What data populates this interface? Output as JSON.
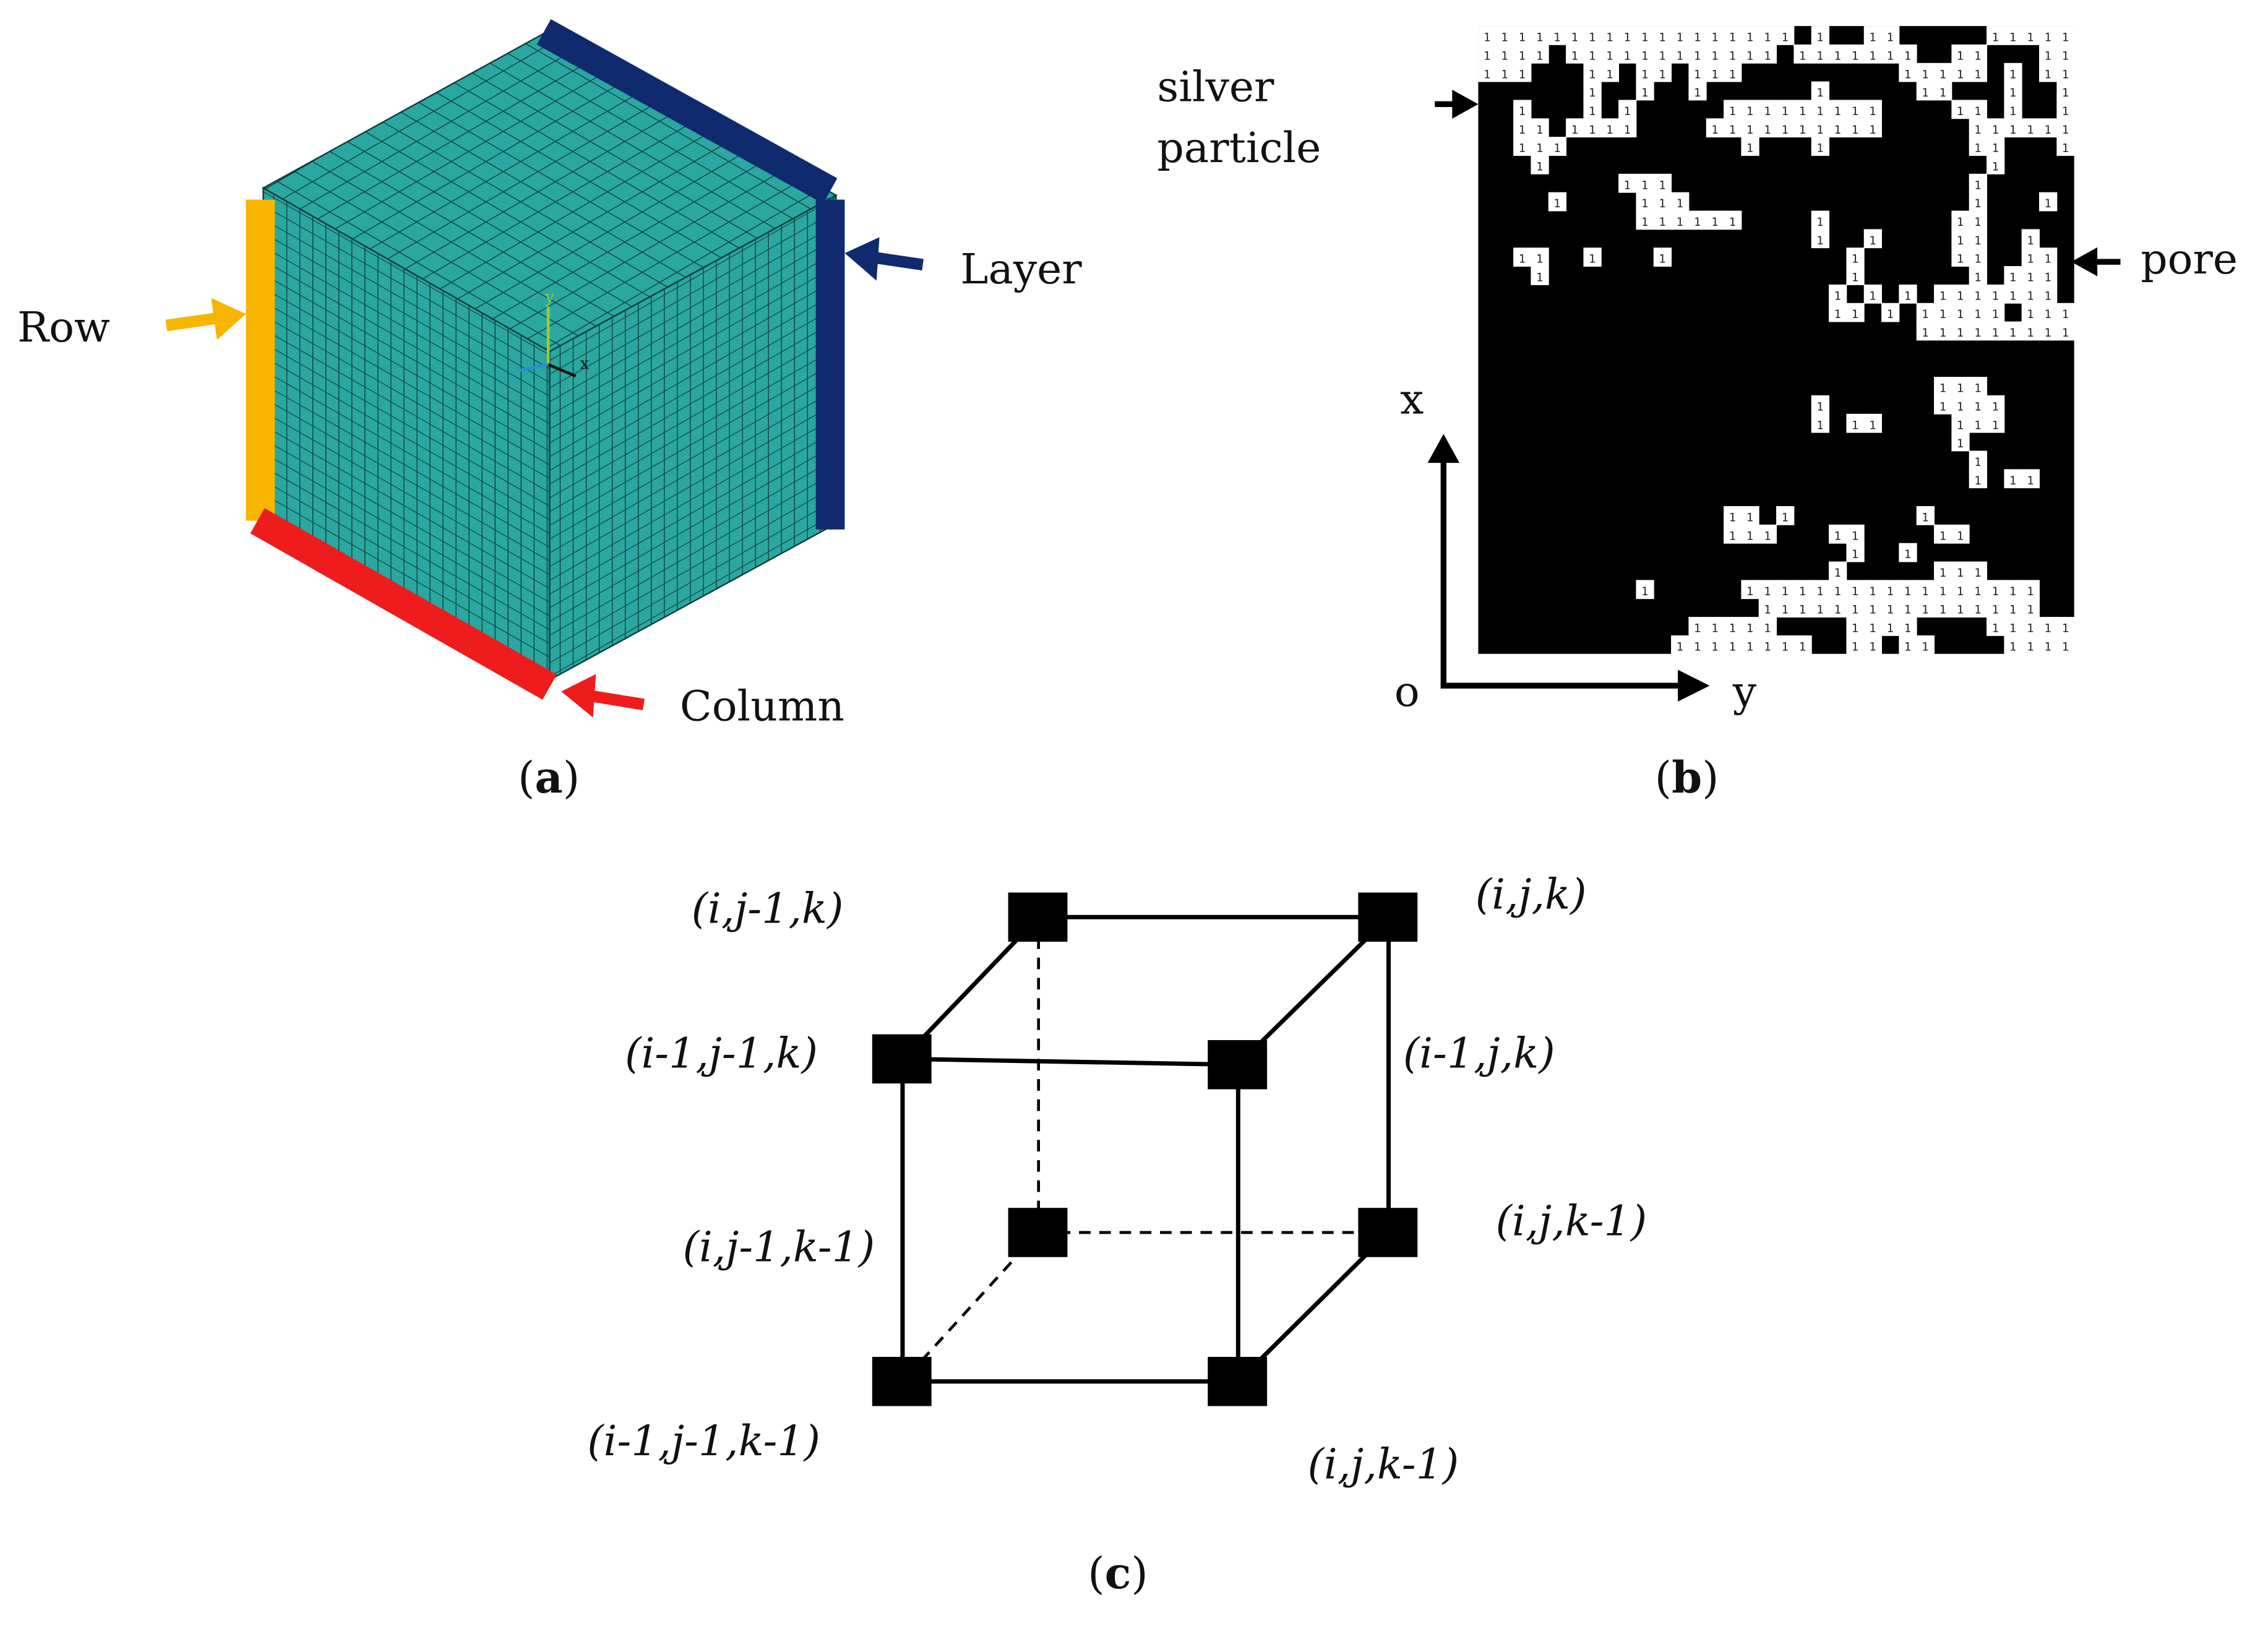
{
  "panel_a": {
    "labels": {
      "row": "Row",
      "layer": "Layer",
      "column": "Column"
    },
    "axis_labels": {
      "y": "y",
      "x": "x"
    },
    "colors": {
      "mesh_fill": "#2aa7a0",
      "mesh_line": "#0c3a3a",
      "row_bar": "#f7b500",
      "layer_bar": "#0f2a6e",
      "column_bar": "#ee1c1c"
    },
    "caption": "a"
  },
  "panel_b": {
    "labels": {
      "silver_particle_line1": "silver",
      "silver_particle_line2": "particle",
      "pore": "pore"
    },
    "axes": {
      "x": "x",
      "y": "y",
      "origin": "o"
    },
    "pore_cell_text": "1",
    "grid_size": 34,
    "pore_cells": [
      [
        0,
        0
      ],
      [
        0,
        1
      ],
      [
        0,
        2
      ],
      [
        0,
        3
      ],
      [
        0,
        4
      ],
      [
        0,
        5
      ],
      [
        0,
        6
      ],
      [
        0,
        7
      ],
      [
        0,
        8
      ],
      [
        0,
        9
      ],
      [
        0,
        10
      ],
      [
        0,
        11
      ],
      [
        0,
        12
      ],
      [
        0,
        13
      ],
      [
        0,
        14
      ],
      [
        0,
        15
      ],
      [
        0,
        16
      ],
      [
        0,
        17
      ],
      [
        0,
        19
      ],
      [
        0,
        22
      ],
      [
        0,
        23
      ],
      [
        0,
        29
      ],
      [
        0,
        30
      ],
      [
        0,
        31
      ],
      [
        0,
        32
      ],
      [
        0,
        33
      ],
      [
        1,
        0
      ],
      [
        1,
        1
      ],
      [
        1,
        2
      ],
      [
        1,
        3
      ],
      [
        1,
        5
      ],
      [
        1,
        6
      ],
      [
        1,
        7
      ],
      [
        1,
        8
      ],
      [
        1,
        9
      ],
      [
        1,
        10
      ],
      [
        1,
        11
      ],
      [
        1,
        12
      ],
      [
        1,
        13
      ],
      [
        1,
        14
      ],
      [
        1,
        15
      ],
      [
        1,
        16
      ],
      [
        1,
        18
      ],
      [
        1,
        19
      ],
      [
        1,
        20
      ],
      [
        1,
        21
      ],
      [
        1,
        22
      ],
      [
        1,
        23
      ],
      [
        1,
        24
      ],
      [
        1,
        27
      ],
      [
        1,
        28
      ],
      [
        1,
        32
      ],
      [
        1,
        33
      ],
      [
        2,
        0
      ],
      [
        2,
        1
      ],
      [
        2,
        2
      ],
      [
        2,
        6
      ],
      [
        2,
        7
      ],
      [
        2,
        9
      ],
      [
        2,
        10
      ],
      [
        2,
        12
      ],
      [
        2,
        13
      ],
      [
        2,
        14
      ],
      [
        2,
        24
      ],
      [
        2,
        25
      ],
      [
        2,
        26
      ],
      [
        2,
        27
      ],
      [
        2,
        28
      ],
      [
        2,
        30
      ],
      [
        2,
        32
      ],
      [
        2,
        33
      ],
      [
        3,
        6
      ],
      [
        3,
        9
      ],
      [
        3,
        12
      ],
      [
        3,
        19
      ],
      [
        3,
        25
      ],
      [
        3,
        26
      ],
      [
        3,
        30
      ],
      [
        3,
        33
      ],
      [
        4,
        2
      ],
      [
        4,
        6
      ],
      [
        4,
        8
      ],
      [
        4,
        14
      ],
      [
        4,
        15
      ],
      [
        4,
        16
      ],
      [
        4,
        17
      ],
      [
        4,
        18
      ],
      [
        4,
        19
      ],
      [
        4,
        20
      ],
      [
        4,
        21
      ],
      [
        4,
        22
      ],
      [
        4,
        27
      ],
      [
        4,
        28
      ],
      [
        4,
        30
      ],
      [
        4,
        33
      ],
      [
        5,
        2
      ],
      [
        5,
        3
      ],
      [
        5,
        5
      ],
      [
        5,
        6
      ],
      [
        5,
        7
      ],
      [
        5,
        8
      ],
      [
        5,
        13
      ],
      [
        5,
        14
      ],
      [
        5,
        15
      ],
      [
        5,
        16
      ],
      [
        5,
        17
      ],
      [
        5,
        18
      ],
      [
        5,
        19
      ],
      [
        5,
        20
      ],
      [
        5,
        21
      ],
      [
        5,
        22
      ],
      [
        5,
        28
      ],
      [
        5,
        29
      ],
      [
        5,
        30
      ],
      [
        5,
        31
      ],
      [
        5,
        32
      ],
      [
        5,
        33
      ],
      [
        6,
        2
      ],
      [
        6,
        3
      ],
      [
        6,
        4
      ],
      [
        6,
        15
      ],
      [
        6,
        19
      ],
      [
        6,
        28
      ],
      [
        6,
        29
      ],
      [
        6,
        33
      ],
      [
        7,
        3
      ],
      [
        7,
        29
      ],
      [
        8,
        8
      ],
      [
        8,
        9
      ],
      [
        8,
        10
      ],
      [
        8,
        28
      ],
      [
        9,
        4
      ],
      [
        9,
        9
      ],
      [
        9,
        10
      ],
      [
        9,
        11
      ],
      [
        9,
        28
      ],
      [
        9,
        32
      ],
      [
        10,
        9
      ],
      [
        10,
        10
      ],
      [
        10,
        11
      ],
      [
        10,
        12
      ],
      [
        10,
        13
      ],
      [
        10,
        14
      ],
      [
        10,
        19
      ],
      [
        10,
        27
      ],
      [
        10,
        28
      ],
      [
        11,
        19
      ],
      [
        11,
        22
      ],
      [
        11,
        27
      ],
      [
        11,
        28
      ],
      [
        11,
        31
      ],
      [
        12,
        2
      ],
      [
        12,
        3
      ],
      [
        12,
        6
      ],
      [
        12,
        10
      ],
      [
        12,
        21
      ],
      [
        12,
        27
      ],
      [
        12,
        28
      ],
      [
        12,
        31
      ],
      [
        12,
        32
      ],
      [
        13,
        3
      ],
      [
        13,
        21
      ],
      [
        13,
        28
      ],
      [
        13,
        30
      ],
      [
        13,
        31
      ],
      [
        13,
        32
      ],
      [
        14,
        20
      ],
      [
        14,
        22
      ],
      [
        14,
        24
      ],
      [
        14,
        26
      ],
      [
        14,
        27
      ],
      [
        14,
        28
      ],
      [
        14,
        29
      ],
      [
        14,
        30
      ],
      [
        14,
        31
      ],
      [
        14,
        32
      ],
      [
        15,
        20
      ],
      [
        15,
        21
      ],
      [
        15,
        23
      ],
      [
        15,
        25
      ],
      [
        15,
        26
      ],
      [
        15,
        27
      ],
      [
        15,
        28
      ],
      [
        15,
        29
      ],
      [
        15,
        31
      ],
      [
        15,
        32
      ],
      [
        15,
        33
      ],
      [
        16,
        25
      ],
      [
        16,
        26
      ],
      [
        16,
        27
      ],
      [
        16,
        28
      ],
      [
        16,
        29
      ],
      [
        16,
        30
      ],
      [
        16,
        31
      ],
      [
        16,
        32
      ],
      [
        16,
        33
      ],
      [
        19,
        26
      ],
      [
        19,
        27
      ],
      [
        19,
        28
      ],
      [
        20,
        19
      ],
      [
        20,
        26
      ],
      [
        20,
        27
      ],
      [
        20,
        28
      ],
      [
        20,
        29
      ],
      [
        21,
        19
      ],
      [
        21,
        21
      ],
      [
        21,
        22
      ],
      [
        21,
        27
      ],
      [
        21,
        28
      ],
      [
        21,
        29
      ],
      [
        22,
        27
      ],
      [
        23,
        28
      ],
      [
        24,
        28
      ],
      [
        24,
        30
      ],
      [
        24,
        31
      ],
      [
        26,
        14
      ],
      [
        26,
        15
      ],
      [
        26,
        17
      ],
      [
        26,
        25
      ],
      [
        27,
        14
      ],
      [
        27,
        15
      ],
      [
        27,
        16
      ],
      [
        27,
        20
      ],
      [
        27,
        21
      ],
      [
        27,
        26
      ],
      [
        27,
        27
      ],
      [
        28,
        21
      ],
      [
        28,
        24
      ],
      [
        29,
        20
      ],
      [
        29,
        26
      ],
      [
        29,
        27
      ],
      [
        29,
        28
      ],
      [
        30,
        9
      ],
      [
        30,
        15
      ],
      [
        30,
        16
      ],
      [
        30,
        17
      ],
      [
        30,
        18
      ],
      [
        30,
        19
      ],
      [
        30,
        20
      ],
      [
        30,
        21
      ],
      [
        30,
        22
      ],
      [
        30,
        23
      ],
      [
        30,
        24
      ],
      [
        30,
        25
      ],
      [
        30,
        26
      ],
      [
        30,
        27
      ],
      [
        30,
        28
      ],
      [
        30,
        29
      ],
      [
        30,
        30
      ],
      [
        30,
        31
      ],
      [
        31,
        16
      ],
      [
        31,
        17
      ],
      [
        31,
        18
      ],
      [
        31,
        19
      ],
      [
        31,
        20
      ],
      [
        31,
        21
      ],
      [
        31,
        22
      ],
      [
        31,
        23
      ],
      [
        31,
        24
      ],
      [
        31,
        25
      ],
      [
        31,
        26
      ],
      [
        31,
        27
      ],
      [
        31,
        28
      ],
      [
        31,
        29
      ],
      [
        31,
        30
      ],
      [
        31,
        31
      ],
      [
        32,
        12
      ],
      [
        32,
        13
      ],
      [
        32,
        14
      ],
      [
        32,
        15
      ],
      [
        32,
        16
      ],
      [
        32,
        21
      ],
      [
        32,
        22
      ],
      [
        32,
        23
      ],
      [
        32,
        24
      ],
      [
        32,
        29
      ],
      [
        32,
        30
      ],
      [
        32,
        31
      ],
      [
        32,
        32
      ],
      [
        32,
        33
      ],
      [
        33,
        11
      ],
      [
        33,
        12
      ],
      [
        33,
        13
      ],
      [
        33,
        14
      ],
      [
        33,
        15
      ],
      [
        33,
        16
      ],
      [
        33,
        17
      ],
      [
        33,
        18
      ],
      [
        33,
        21
      ],
      [
        33,
        22
      ],
      [
        33,
        24
      ],
      [
        33,
        25
      ],
      [
        33,
        30
      ],
      [
        33,
        31
      ],
      [
        33,
        32
      ],
      [
        33,
        33
      ]
    ],
    "caption": "b"
  },
  "panel_c": {
    "nodes": {
      "back_top_left": "(i,j-1,k)",
      "back_top_right": "(i,j,k)",
      "front_top_left": "(i-1,j-1,k)",
      "front_top_right": "(i-1,j,k)",
      "back_bottom_left": "(i,j-1,k-1)",
      "back_bottom_right": "(i,j,k-1)",
      "front_bottom_left": "(i-1,j-1,k-1)",
      "front_bottom_right": "(i,j,k-1)"
    },
    "caption": "c"
  },
  "caption_parens": {
    "open": "(",
    "close": ")"
  }
}
